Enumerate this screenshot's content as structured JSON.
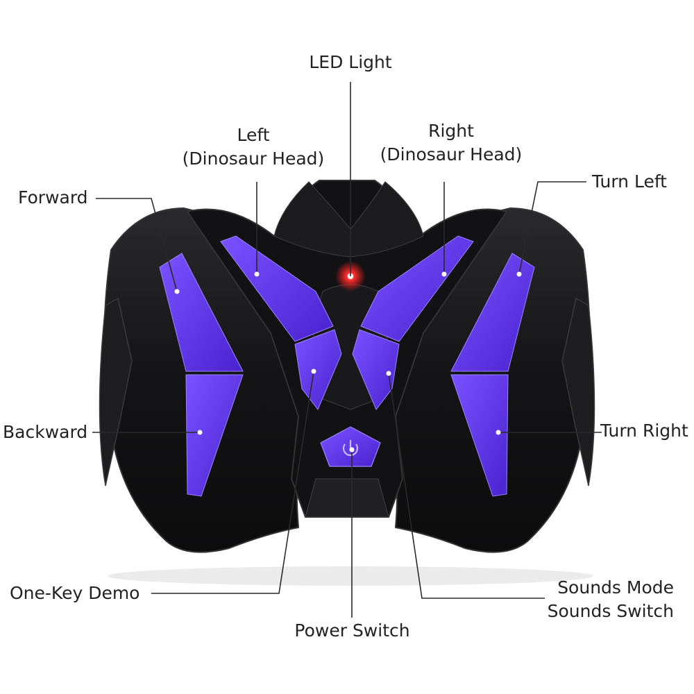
{
  "labels": {
    "led_light": "LED Light",
    "left_head_1": "Left",
    "left_head_2": "(Dinosaur Head)",
    "right_head_1": "Right",
    "right_head_2": "(Dinosaur Head)",
    "forward": "Forward",
    "turn_left": "Turn Left",
    "backward": "Backward",
    "turn_right": "Turn Right",
    "one_key_demo": "One-Key Demo",
    "sounds_mode": "Sounds Mode",
    "sounds_switch": "Sounds Switch",
    "power_switch": "Power Switch"
  },
  "colors": {
    "body": "#151517",
    "body_edge": "#3a3a40",
    "button_purple": "#5b2fe0",
    "button_purple_light": "#7a52ff",
    "led_red": "#ff1a1a"
  },
  "icons": {
    "power": "power-icon"
  }
}
